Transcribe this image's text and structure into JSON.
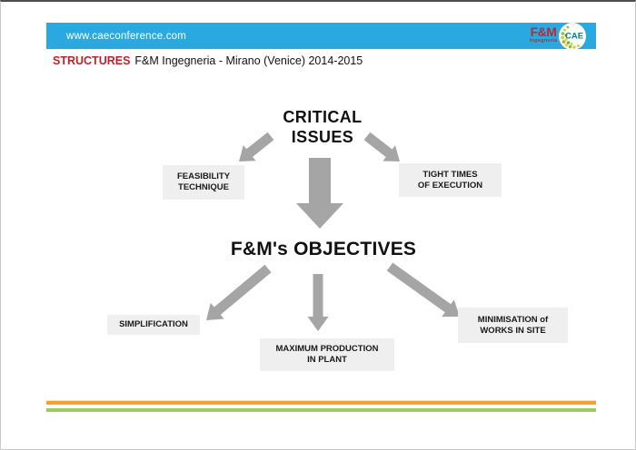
{
  "header": {
    "url": "www.caeconference.com",
    "fm_logo": {
      "name": "F&M",
      "sub": "Ingegneria"
    },
    "cae_logo": {
      "name": "CAE"
    }
  },
  "title": {
    "emphasis": "STRUCTURES",
    "text": "F&M Ingegneria - Mirano (Venice) 2014-2015"
  },
  "diagram": {
    "critical_issues": "CRITICAL\nISSUES",
    "objectives": "F&M's OBJECTIVES",
    "critical_children": [
      "FEASIBILITY\nTECHNIQUE",
      "TIGHT TIMES\nOF EXECUTION"
    ],
    "objective_children": [
      "SIMPLIFICATION",
      "MAXIMUM PRODUCTION\nIN PLANT",
      "MINIMISATION of\nWORKS IN SITE"
    ],
    "connections": [
      "CRITICAL ISSUES -> FEASIBILITY TECHNIQUE",
      "CRITICAL ISSUES -> TIGHT TIMES OF EXECUTION",
      "CRITICAL ISSUES -> F&M's OBJECTIVES",
      "F&M's OBJECTIVES -> SIMPLIFICATION",
      "F&M's OBJECTIVES -> MAXIMUM PRODUCTION IN PLANT",
      "F&M's OBJECTIVES -> MINIMISATION of WORKS IN SITE"
    ]
  },
  "colors": {
    "header_blue": "#29A9E0",
    "accent_red": "#C01F25",
    "arrow_gray": "#A5A5A5",
    "box_gray": "#EFEFEF",
    "stripe_orange": "#F2A32E",
    "stripe_green": "#9BCB61",
    "fm_logo_red": "#C1272D",
    "cae_teal": "#0F7C8A"
  }
}
